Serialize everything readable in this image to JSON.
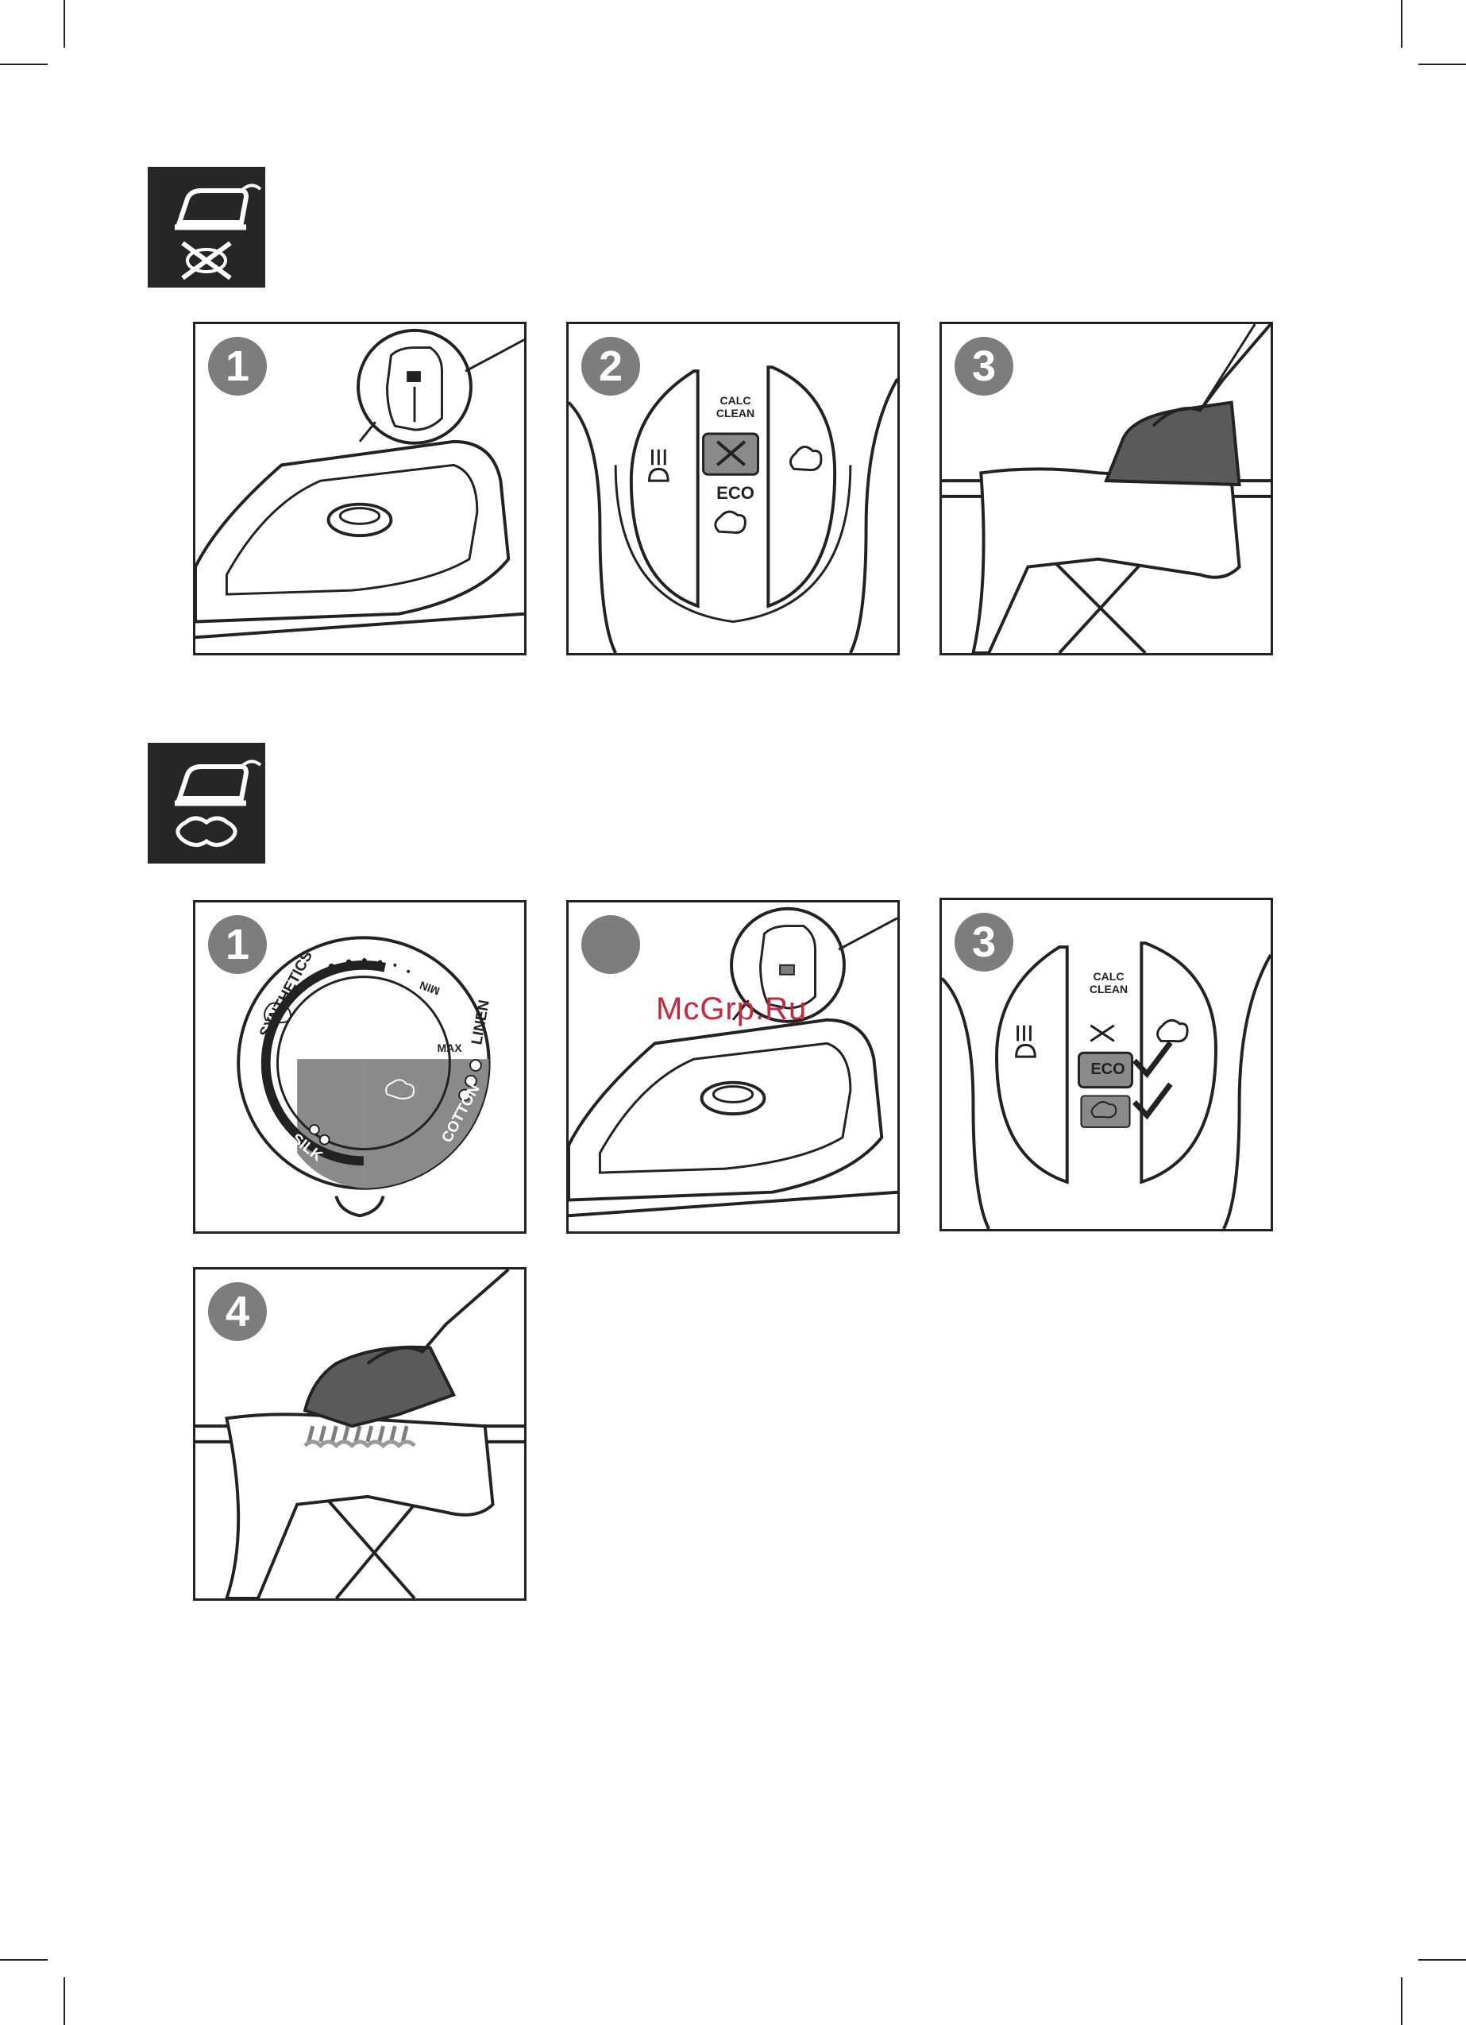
{
  "section1": {
    "icon": "iron-no-steam-icon",
    "panels": [
      {
        "step": "1",
        "content": "iron-with-control-zoom"
      },
      {
        "step": "2",
        "labels": {
          "calc_clean": "CALC\nCLEAN",
          "eco": "ECO"
        }
      },
      {
        "step": "3",
        "content": "ironing-dry-on-board"
      }
    ]
  },
  "section2": {
    "icon": "iron-steam-icon",
    "panels": [
      {
        "step": "1",
        "dial": {
          "synthetics": "SYNTHETICS",
          "min": "MIN",
          "max": "MAX",
          "linen": "LINEN",
          "cotton": "COTTON",
          "silk": "SILK"
        }
      },
      {
        "step": "",
        "content": "iron-with-control-zoom"
      },
      {
        "step": "3",
        "labels": {
          "calc_clean": "CALC\nCLEAN",
          "eco": "ECO"
        }
      },
      {
        "step": "4",
        "content": "ironing-with-steam-on-board"
      }
    ]
  },
  "watermark": "McGrp.Ru",
  "colors": {
    "dark": "#262626",
    "badge": "#7d7d7d",
    "highlight": "#8a8a8a",
    "watermark": "#c8263a"
  }
}
